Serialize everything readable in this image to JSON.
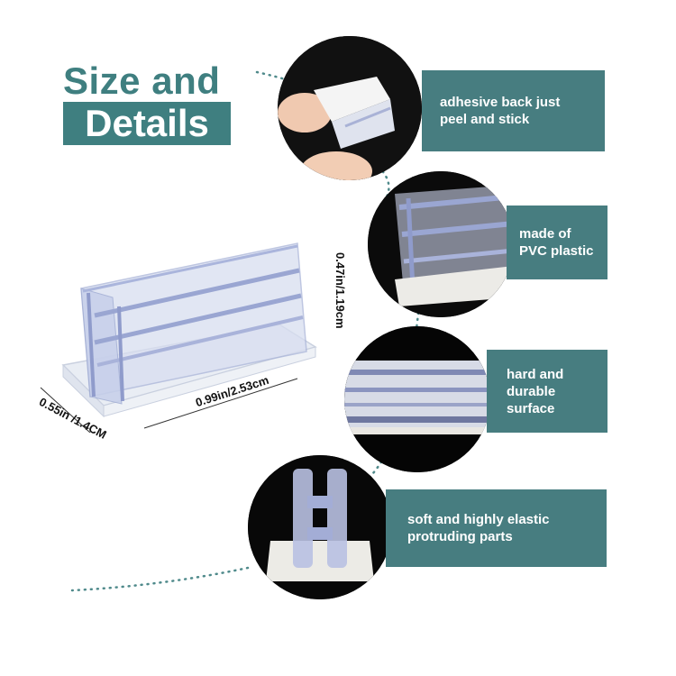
{
  "title": {
    "line1": "Size and",
    "line2": "Details"
  },
  "features": [
    {
      "label": "adhesive back just\npeel and stick"
    },
    {
      "label": "made of\nPVC plastic"
    },
    {
      "label": "hard and\ndurable\nsurface"
    },
    {
      "label": "soft and highly elastic\nprotruding parts"
    }
  ],
  "dimensions": {
    "height": "0.47in/1.19cm",
    "length": "0.99in/2.53cm",
    "depth": "0.55in /1.4CM"
  },
  "colors": {
    "accent": "#3f7f80",
    "panel": "#477d80"
  }
}
